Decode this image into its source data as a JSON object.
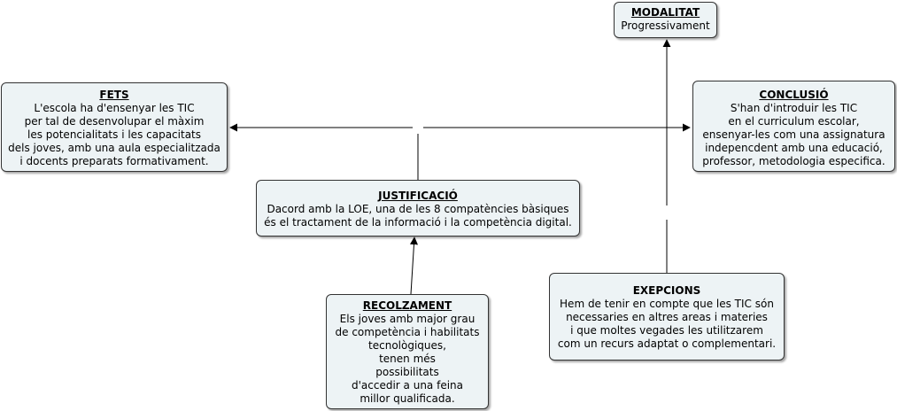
{
  "nodes": {
    "modalitat": {
      "title": "MODALITAT",
      "lines": [
        "Progressivament"
      ]
    },
    "fets": {
      "title": "FETS",
      "lines": [
        "L'escola ha d'ensenyar les TIC",
        "per tal de desenvolupar el màxim",
        "les potencialitats i les capacitats",
        "dels joves, amb una aula especialitzada",
        "i docents preparats formativament."
      ]
    },
    "conclusio": {
      "title": "CONCLUSIÓ",
      "lines": [
        "S'han d'introduir les TIC",
        "en el curriculum escolar,",
        "ensenyar-les com una assignatura",
        "indepencdent amb una educació,",
        "professor, metodologia especifica."
      ]
    },
    "justificacio": {
      "title": "JUSTIFICACIÓ",
      "lines": [
        "Dacord amb la LOE, una de les 8 compatències bàsiques",
        "és el tractament de la informació i la competència digital."
      ]
    },
    "recolzament": {
      "title": "RECOLZAMENT",
      "lines": [
        "Els joves amb major grau",
        "de competència i habilitats",
        "tecnològiques,",
        "tenen més",
        "possibilitats",
        "d'accedir a una feina",
        "millor qualificada."
      ]
    },
    "expecions": {
      "title": "EXEPCIONS",
      "lines": [
        "Hem de tenir en compte que les TIC són",
        "necessaries en altres areas i materies",
        "i que moltes vegades les utilitzarem",
        "com un recurs adaptat o complementari."
      ]
    }
  },
  "colors": {
    "node_fill": "#edf3f5",
    "node_border": "#333333",
    "edge": "#000000"
  }
}
